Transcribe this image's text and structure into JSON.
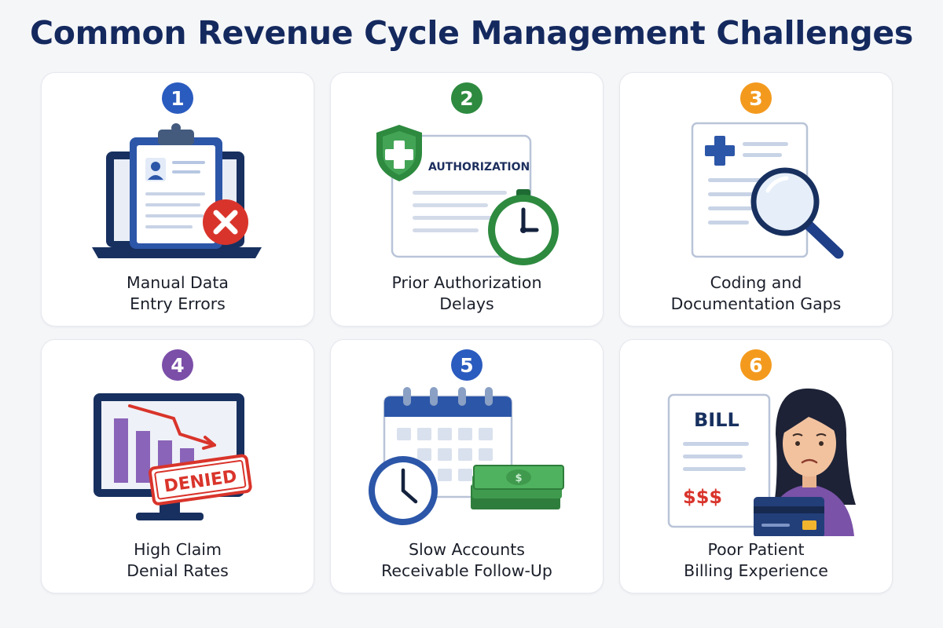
{
  "title": "Common Revenue Cycle Management Challenges",
  "colors": {
    "title": "#14295e",
    "badge_blue": "#2a5bbf",
    "badge_green": "#2d8a3f",
    "badge_orange": "#f39a1e",
    "badge_purple": "#7b4ea8",
    "alert_red": "#d9342b"
  },
  "cards": [
    {
      "number": "1",
      "lines": [
        "Manual Data",
        "Entry Errors"
      ],
      "icon": "laptop-clipboard-error-icon"
    },
    {
      "number": "2",
      "lines": [
        "Prior Authorization",
        "Delays"
      ],
      "icon": "authorization-stopwatch-icon",
      "document_text": "AUTHORIZATION"
    },
    {
      "number": "3",
      "lines": [
        "Coding and",
        "Documentation Gaps"
      ],
      "icon": "document-magnifier-icon"
    },
    {
      "number": "4",
      "lines": [
        "High Claim",
        "Denial Rates"
      ],
      "icon": "monitor-denied-chart-icon",
      "stamp_text": "DENIED"
    },
    {
      "number": "5",
      "lines": [
        "Slow Accounts",
        "Receivable Follow-Up"
      ],
      "icon": "calendar-clock-cash-icon"
    },
    {
      "number": "6",
      "lines": [
        "Poor Patient",
        "Billing Experience"
      ],
      "icon": "bill-worried-patient-icon",
      "bill_title": "BILL",
      "bill_amount": "$$$"
    }
  ]
}
